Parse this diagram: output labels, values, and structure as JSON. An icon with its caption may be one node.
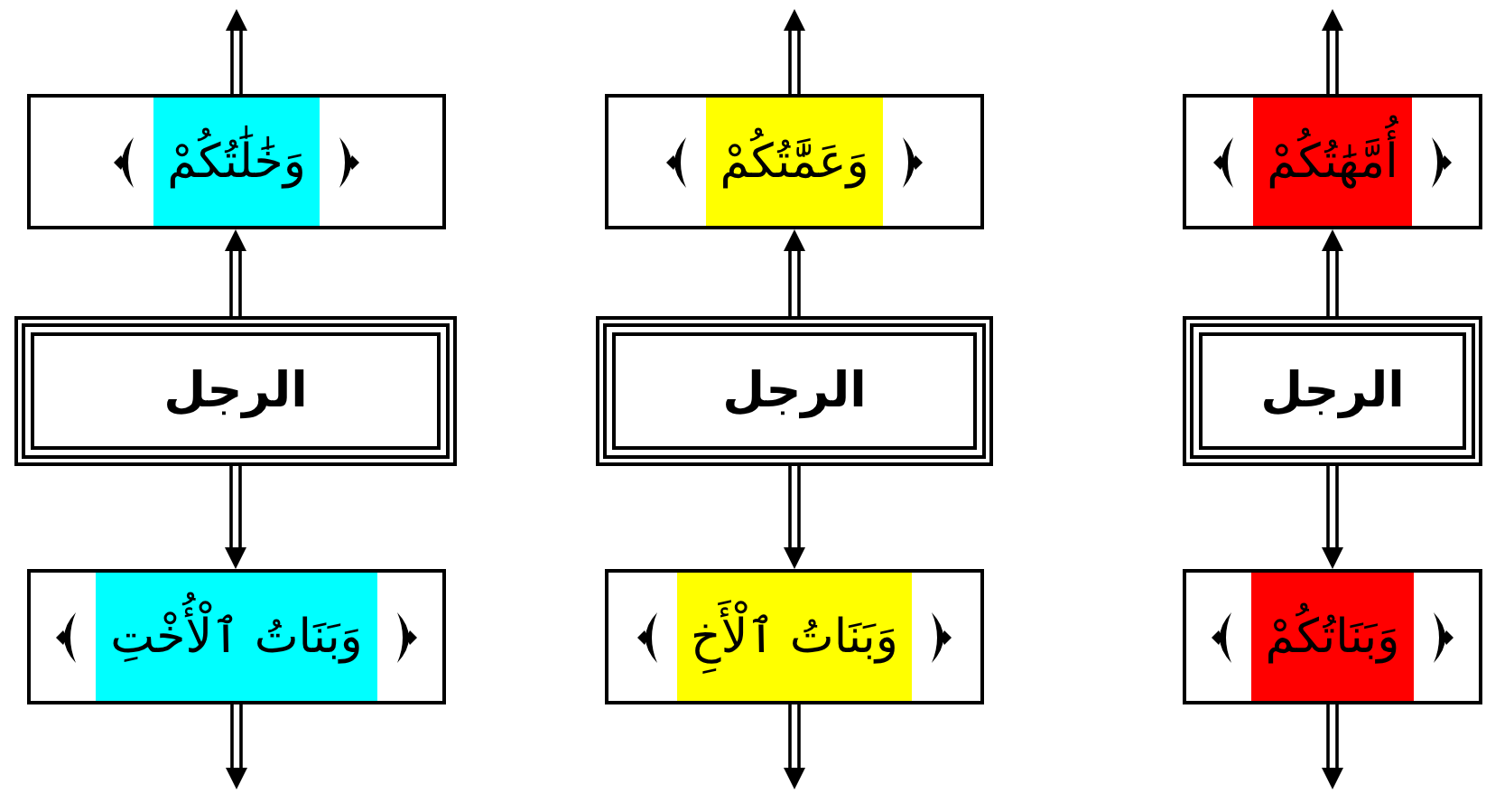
{
  "diagram": {
    "nodes": [
      {
        "text": [
          "وَخَٰلَٰتُكُمْ"
        ]
      },
      {
        "text": [
          "الرجل"
        ]
      },
      {
        "text": [
          "وَبَنَاتُ ٱلْأُخْتِ"
        ]
      },
      {
        "text": [
          "وَعَمَّٰتُكُمْ"
        ]
      },
      {
        "text": [
          "الرجل"
        ]
      },
      {
        "text": [
          "وَبَنَاتُ ٱلْأَخِ"
        ]
      },
      {
        "text": [
          "أُمَّهَٰتُكُمْ"
        ]
      },
      {
        "text": [
          "الرجل"
        ]
      },
      {
        "text": [
          "وَبَنَاتُكُمْ"
        ]
      }
    ],
    "edges": [
      {
        "from": 1,
        "to": 0,
        "arrow": "to"
      },
      {
        "from": 0,
        "to": null,
        "arrow": "to"
      },
      {
        "from": 1,
        "to": 2,
        "arrow": "to"
      },
      {
        "from": 2,
        "to": null,
        "arrow": "to"
      },
      {
        "from": 4,
        "to": 3,
        "arrow": "to"
      },
      {
        "from": 3,
        "to": null,
        "arrow": "to"
      },
      {
        "from": 4,
        "to": 5,
        "arrow": "to"
      },
      {
        "from": 5,
        "to": null,
        "arrow": "to"
      },
      {
        "from": 7,
        "to": 6,
        "arrow": "to"
      },
      {
        "from": 6,
        "to": null,
        "arrow": "to"
      },
      {
        "from": 7,
        "to": 8,
        "arrow": "to"
      },
      {
        "from": 8,
        "to": null,
        "arrow": "to"
      }
    ]
  }
}
